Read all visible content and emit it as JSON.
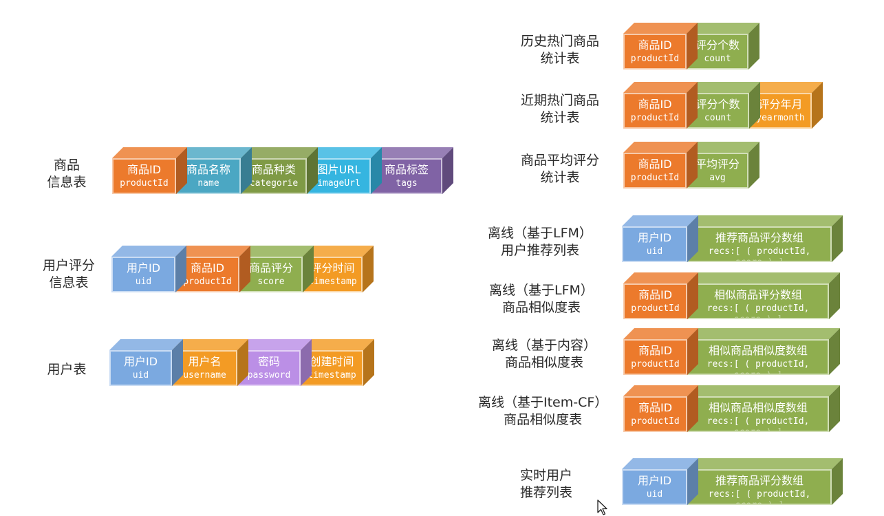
{
  "colors": {
    "orange": "#ec7a2c",
    "teal": "#4ba7c3",
    "olive": "#7f9a45",
    "cyan": "#35b5e0",
    "purple": "#8063a5",
    "blue": "#7ba9e0",
    "lightorange": "#f39b24",
    "violet": "#bb8fe6",
    "green": "#8fae4f"
  },
  "tables": [
    {
      "id": "product-info",
      "label": [
        "商品",
        "信息表"
      ],
      "cells": [
        {
          "title": "商品ID",
          "field": "productId",
          "color": "orange"
        },
        {
          "title": "商品名称",
          "field": "name",
          "color": "teal"
        },
        {
          "title": "商品种类",
          "field": "categorie",
          "color": "olive"
        },
        {
          "title": "图片URL",
          "field": "imageUrl",
          "color": "cyan"
        },
        {
          "title": "商品标签",
          "field": "tags",
          "color": "purple"
        }
      ]
    },
    {
      "id": "user-rating",
      "label": [
        "用户评分",
        "信息表"
      ],
      "cells": [
        {
          "title": "用户ID",
          "field": "uid",
          "color": "blue"
        },
        {
          "title": "商品ID",
          "field": "productId",
          "color": "orange"
        },
        {
          "title": "商品评分",
          "field": "score",
          "color": "green"
        },
        {
          "title": "评分时间",
          "field": "timestamp",
          "color": "lightorange"
        }
      ]
    },
    {
      "id": "user",
      "label": [
        "用户表"
      ],
      "cells": [
        {
          "title": "用户ID",
          "field": "uid",
          "color": "blue"
        },
        {
          "title": "用户名",
          "field": "username",
          "color": "lightorange"
        },
        {
          "title": "密码",
          "field": "password",
          "color": "violet"
        },
        {
          "title": "创建时间",
          "field": "timestamp",
          "color": "lightorange"
        }
      ]
    },
    {
      "id": "history-hot",
      "label": [
        "历史热门商品",
        "统计表"
      ],
      "cells": [
        {
          "title": "商品ID",
          "field": "productId",
          "color": "orange"
        },
        {
          "title": "评分个数",
          "field": "count",
          "color": "green"
        }
      ]
    },
    {
      "id": "recent-hot",
      "label": [
        "近期热门商品",
        "统计表"
      ],
      "cells": [
        {
          "title": "商品ID",
          "field": "productId",
          "color": "orange"
        },
        {
          "title": "评分个数",
          "field": "count",
          "color": "green"
        },
        {
          "title": "评分年月",
          "field": "yearmonth",
          "color": "lightorange"
        }
      ]
    },
    {
      "id": "avg-score",
      "label": [
        "商品平均评分",
        "统计表"
      ],
      "cells": [
        {
          "title": "商品ID",
          "field": "productId",
          "color": "orange"
        },
        {
          "title": "平均评分",
          "field": "avg",
          "color": "green"
        }
      ]
    },
    {
      "id": "offline-lfm-user",
      "label": [
        "离线（基于LFM）",
        "用户推荐列表"
      ],
      "cells": [
        {
          "title": "用户ID",
          "field": "uid",
          "color": "blue"
        },
        {
          "title": "推荐商品评分数组",
          "field": "recs:[ ( productId,",
          "extra": "score ) ]",
          "color": "green"
        }
      ]
    },
    {
      "id": "offline-lfm-sim",
      "label": [
        "离线（基于LFM）",
        "商品相似度表"
      ],
      "cells": [
        {
          "title": "商品ID",
          "field": "productId",
          "color": "orange"
        },
        {
          "title": "相似商品评分数组",
          "field": "recs:[ ( productId,",
          "extra": "score ) ]",
          "color": "green"
        }
      ]
    },
    {
      "id": "offline-content-sim",
      "label": [
        "离线（基于内容）",
        "商品相似度表"
      ],
      "cells": [
        {
          "title": "商品ID",
          "field": "productId",
          "color": "orange"
        },
        {
          "title": "相似商品相似度数组",
          "field": "recs:[ ( productId,",
          "extra": "score ) ]",
          "color": "green"
        }
      ]
    },
    {
      "id": "offline-itemcf-sim",
      "label": [
        "离线（基于Item-CF）",
        "商品相似度表"
      ],
      "cells": [
        {
          "title": "商品ID",
          "field": "productId",
          "color": "orange"
        },
        {
          "title": "相似商品相似度数组",
          "field": "recs:[ ( productId,",
          "extra": "score ) ]",
          "color": "green"
        }
      ]
    },
    {
      "id": "realtime-user",
      "label": [
        "实时用户",
        "推荐列表"
      ],
      "cells": [
        {
          "title": "用户ID",
          "field": "uid",
          "color": "blue"
        },
        {
          "title": "推荐商品评分数组",
          "field": "recs:[ ( productId,",
          "extra": "score ) ]",
          "color": "green"
        }
      ]
    }
  ]
}
